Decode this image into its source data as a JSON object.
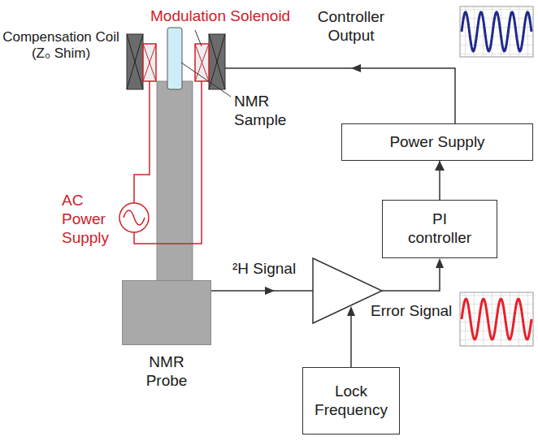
{
  "diagram": {
    "nodes": [
      {
        "text": [
          "Power Supply"
        ]
      },
      {
        "text": [
          "PI controller"
        ]
      },
      {
        "text": [
          "NMR Probe"
        ]
      },
      {
        "text": [
          "Lock Frequency"
        ]
      }
    ],
    "edges": [
      {
        "from": 1,
        "to": 0,
        "arrow": "to"
      }
    ],
    "labels": [
      "Modulation Solenoid",
      "Compensation Coil (Z₀ Shim)",
      "Controller Output",
      "NMR Sample",
      "AC Power Supply",
      "²H Signal",
      "Error Signal"
    ]
  }
}
